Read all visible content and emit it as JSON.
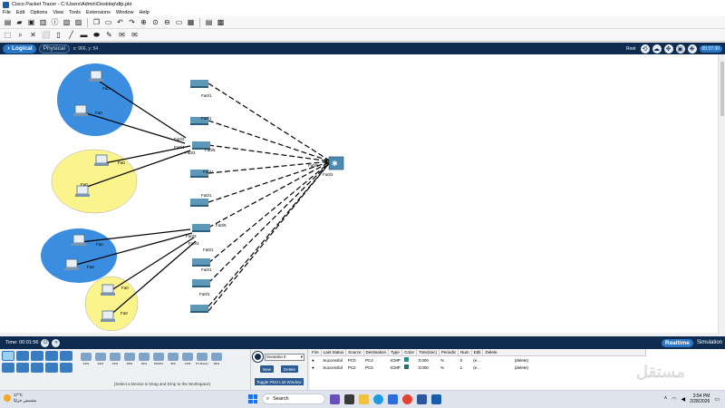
{
  "window": {
    "title": "Cisco Packet Tracer - C:\\Users\\Admin\\Desktop\\dtp.pkt"
  },
  "menu": [
    "File",
    "Edit",
    "Options",
    "View",
    "Tools",
    "Extensions",
    "Window",
    "Help"
  ],
  "toolbar1_icons": [
    "new-icon",
    "open-icon",
    "save-icon",
    "print-icon",
    "info-icon",
    "wizard-icon",
    "network-info-icon",
    "copy-icon",
    "paste-icon",
    "undo-icon",
    "redo-icon",
    "zoom-in-icon",
    "zoom-reset-icon",
    "zoom-out-icon",
    "rect-icon",
    "palette-icon",
    "custom-device-icon",
    "screenshot-icon"
  ],
  "toolbar2_icons": [
    "select-icon",
    "inspect-icon",
    "delete-icon",
    "resize-icon",
    "note-icon",
    "line-icon",
    "rectangle-icon",
    "ellipse-icon",
    "freeform-icon",
    "pdu-simple-icon",
    "pdu-complex-icon"
  ],
  "modebar": {
    "logical": "Logical",
    "physical": "Physical",
    "coords": "x: 966, y: 54",
    "root": "Root",
    "clock": "00:37:30"
  },
  "topology": {
    "pc_labels": [
      "Fa0",
      "Fa0",
      "Fa0",
      "Fa0",
      "Fa0",
      "Fa0",
      "Fa0",
      "Fa0"
    ],
    "port_labels": [
      "Fa0/1",
      "Fa0/1",
      "Fa0/2",
      "Fa0/4",
      "Fa0/3",
      "Fa0/5",
      "Fa0/1",
      "Fa0/1",
      "Fa0/5",
      "Fa0/3",
      "Fa0/4",
      "Fa0/1",
      "Fa0/1",
      "Fa0/1",
      "Fa0/6",
      "Fa0/2"
    ]
  },
  "timebar": {
    "time": "Time: 00:01:56",
    "realtime": "Realtime",
    "simulation": "Simulation"
  },
  "device_list": [
    "4331",
    "4321",
    "1941",
    "2901",
    "2911",
    "819IOX",
    "829",
    "1240",
    "PT-Router",
    "2811"
  ],
  "device_hint": "(Select a Device to Drag and Drop to the Workspace)",
  "pdu_panel": {
    "scenario": "Scenario 0",
    "new": "New",
    "delete": "Delete",
    "toggle": "Toggle PDU List Window"
  },
  "pdu_table": {
    "headers": [
      "Fire",
      "Last Status",
      "Source",
      "Destination",
      "Type",
      "Color",
      "Time(sec)",
      "Periodic",
      "Num",
      "Edit",
      "Delete"
    ],
    "rows": [
      {
        "status": "Successful",
        "source": "PC0",
        "destination": "PC4",
        "type": "ICMP",
        "color": "#2b8c8c",
        "time": "0.000",
        "periodic": "N",
        "num": "0",
        "edit": "(e...",
        "delete": "(delete)"
      },
      {
        "status": "Successful",
        "source": "PC2",
        "destination": "PC6",
        "type": "ICMP",
        "color": "#2b6b6b",
        "time": "0.000",
        "periodic": "N",
        "num": "1",
        "edit": "(e...",
        "delete": "(delete)"
      }
    ]
  },
  "watermark": "مستقل",
  "taskbar": {
    "temp": "17°C",
    "weather": "مشمس جزئيًا",
    "search": "Search",
    "time": "3:54 PM",
    "date": "2/28/2026"
  }
}
